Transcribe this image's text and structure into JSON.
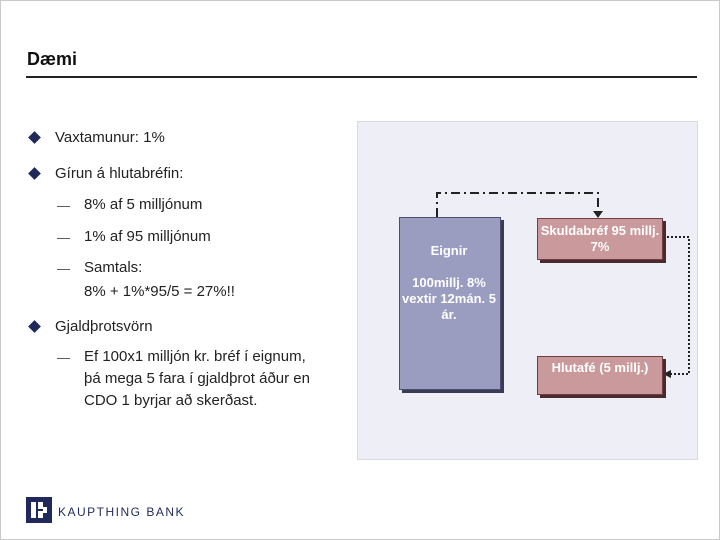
{
  "title": "Dæmi",
  "bullets": {
    "b1": "Vaxtamunur: 1%",
    "b2": "Gírun á hlutabréfin:",
    "b2_sub1": "8% af 5 milljónum",
    "b2_sub2": "1% af 95 milljónum",
    "b2_sub3": "Samtals:",
    "b2_sub3_detail": "8% + 1%*95/5 = 27%!!",
    "b3": "Gjaldþrotsvörn",
    "b3_sub1": "Ef 100x1 milljón kr. bréf í eignum, þá mega 5 fara í gjaldþrot áður en CDO 1 byrjar að skerðast."
  },
  "diagram": {
    "assets_label": "Eignir",
    "assets_detail": "100millj. 8% vextir 12mán. 5 ár.",
    "debt_label": "Skuldabréf 95 millj. 7%",
    "equity_label": "Hlutafé (5 millj.)"
  },
  "colors": {
    "assets_fill": "#9a9cc0",
    "liability_fill": "#c9999c",
    "panel_bg": "#eeeef6",
    "brand": "#1f2a5a"
  },
  "footer": {
    "brand_name": "KAUPTHING BANK",
    "logo_icon": "kaupthing-logo-icon"
  }
}
